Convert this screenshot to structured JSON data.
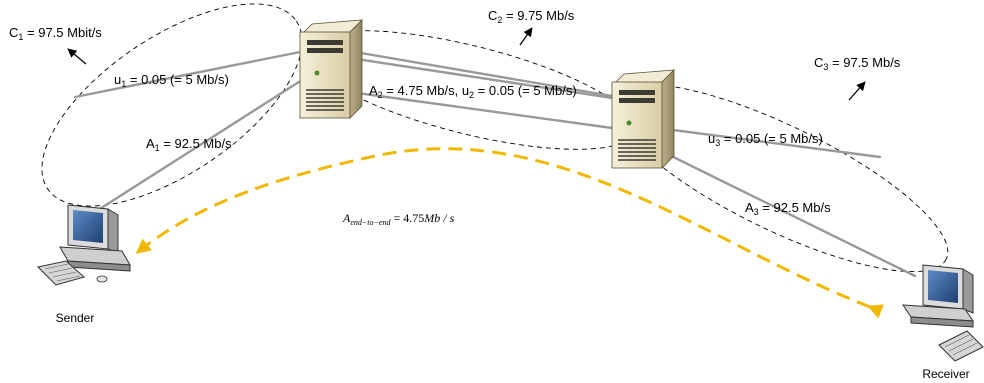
{
  "nodes": {
    "sender": "Sender",
    "receiver": "Receiver"
  },
  "links": [
    {
      "capacity": {
        "sym": "C",
        "sub": "1",
        "text": " = 97.5 Mbit/s"
      },
      "utilization": {
        "sym": "u",
        "sub": "1",
        "text": " = 0.05 (= 5 Mb/s)"
      },
      "available": {
        "sym": "A",
        "sub": "1",
        "text": " = 92.5 Mb/s"
      }
    },
    {
      "capacity": {
        "sym": "C",
        "sub": "2",
        "text": " = 9.75 Mb/s"
      },
      "available": {
        "sym": "A",
        "sub": "2",
        "text": " = 4.75 Mb/s, "
      },
      "utilization": {
        "sym": "u",
        "sub": "2",
        "text": " = 0.05 (= 5 Mb/s)"
      }
    },
    {
      "capacity": {
        "sym": "C",
        "sub": "3",
        "text": " = 97.5 Mb/s"
      },
      "utilization": {
        "sym": "u",
        "sub": "3",
        "text": " = 0.05 (= 5 Mb/s)"
      },
      "available": {
        "sym": "A",
        "sub": "3",
        "text": " = 92.5 Mb/s"
      }
    }
  ],
  "end_to_end": {
    "sym": "A",
    "sub": "end−to−end",
    "eq": " = ",
    "value": "4.75",
    "unit": "Mb / s"
  },
  "colors": {
    "link": "#999999",
    "dashed_ellipse": "#000000",
    "end_to_end_arrow": "#f2b800",
    "server_body": "#efe6c8",
    "monitor_screen": "#2d5a96"
  },
  "icons": [
    "desktop-computer-icon",
    "server-tower-icon"
  ]
}
